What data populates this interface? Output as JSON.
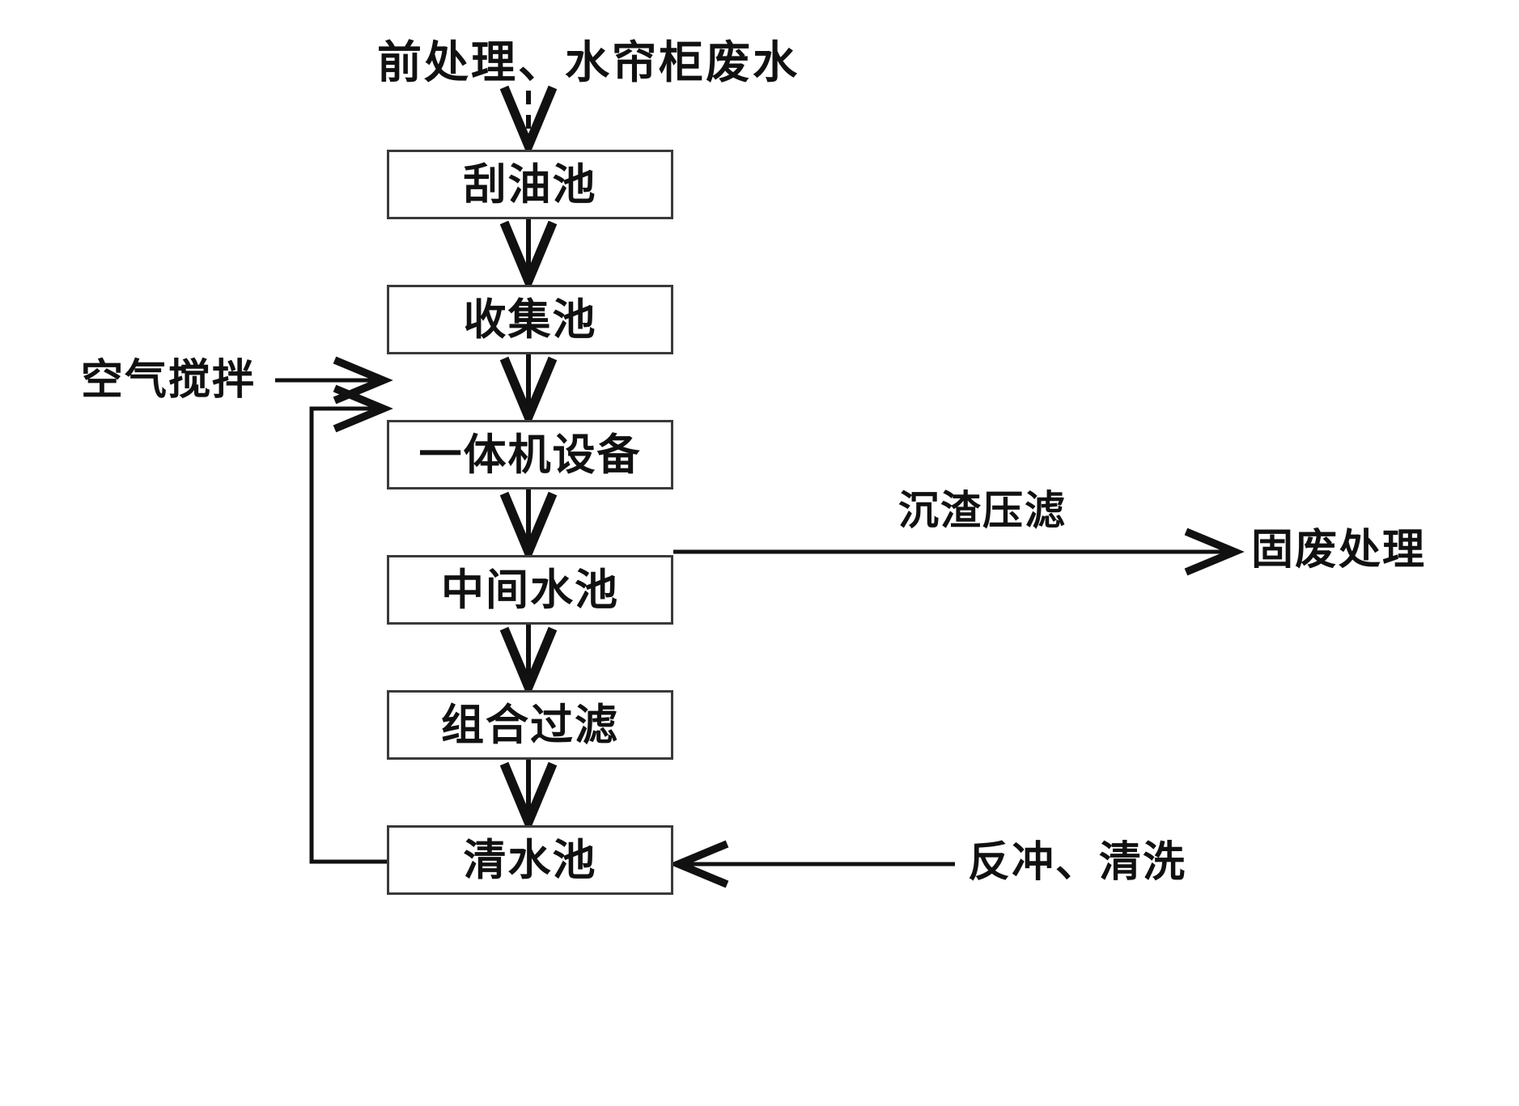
{
  "diagram": {
    "title": "前处理、水帘柜废水",
    "colors": {
      "stroke": "#3a3a3a",
      "line": "#111111",
      "background": "#ffffff",
      "text": "#111111"
    },
    "nodes": [
      {
        "id": "scrape-oil-tank",
        "label": "刮油池"
      },
      {
        "id": "collection-tank",
        "label": "收集池"
      },
      {
        "id": "integrated-machine",
        "label": "一体机设备"
      },
      {
        "id": "intermediate-tank",
        "label": "中间水池"
      },
      {
        "id": "combined-filter",
        "label": "组合过滤"
      },
      {
        "id": "clear-water-tank",
        "label": "清水池"
      }
    ],
    "io_labels": [
      {
        "id": "air-agitation",
        "label": "空气搅拌"
      },
      {
        "id": "solid-waste-treatment",
        "label": "固废处理"
      },
      {
        "id": "backwash-clean",
        "label": "反冲、清洗"
      }
    ],
    "edge_labels": [
      {
        "id": "sediment-press-filter",
        "label": "沉渣压滤"
      }
    ],
    "flow_sequence": [
      "前处理、水帘柜废水",
      "刮油池",
      "收集池",
      "一体机设备",
      "中间水池",
      "组合过滤",
      "清水池"
    ],
    "branches": [
      {
        "from": "一体机设备",
        "label": "沉渣压滤",
        "to": "固废处理"
      },
      {
        "from": "空气搅拌",
        "label": "",
        "to": "收集池"
      },
      {
        "from": "反冲、清洗",
        "label": "",
        "to": "组合过滤"
      },
      {
        "from": "组合过滤",
        "label": "",
        "to": "收集池"
      }
    ]
  }
}
